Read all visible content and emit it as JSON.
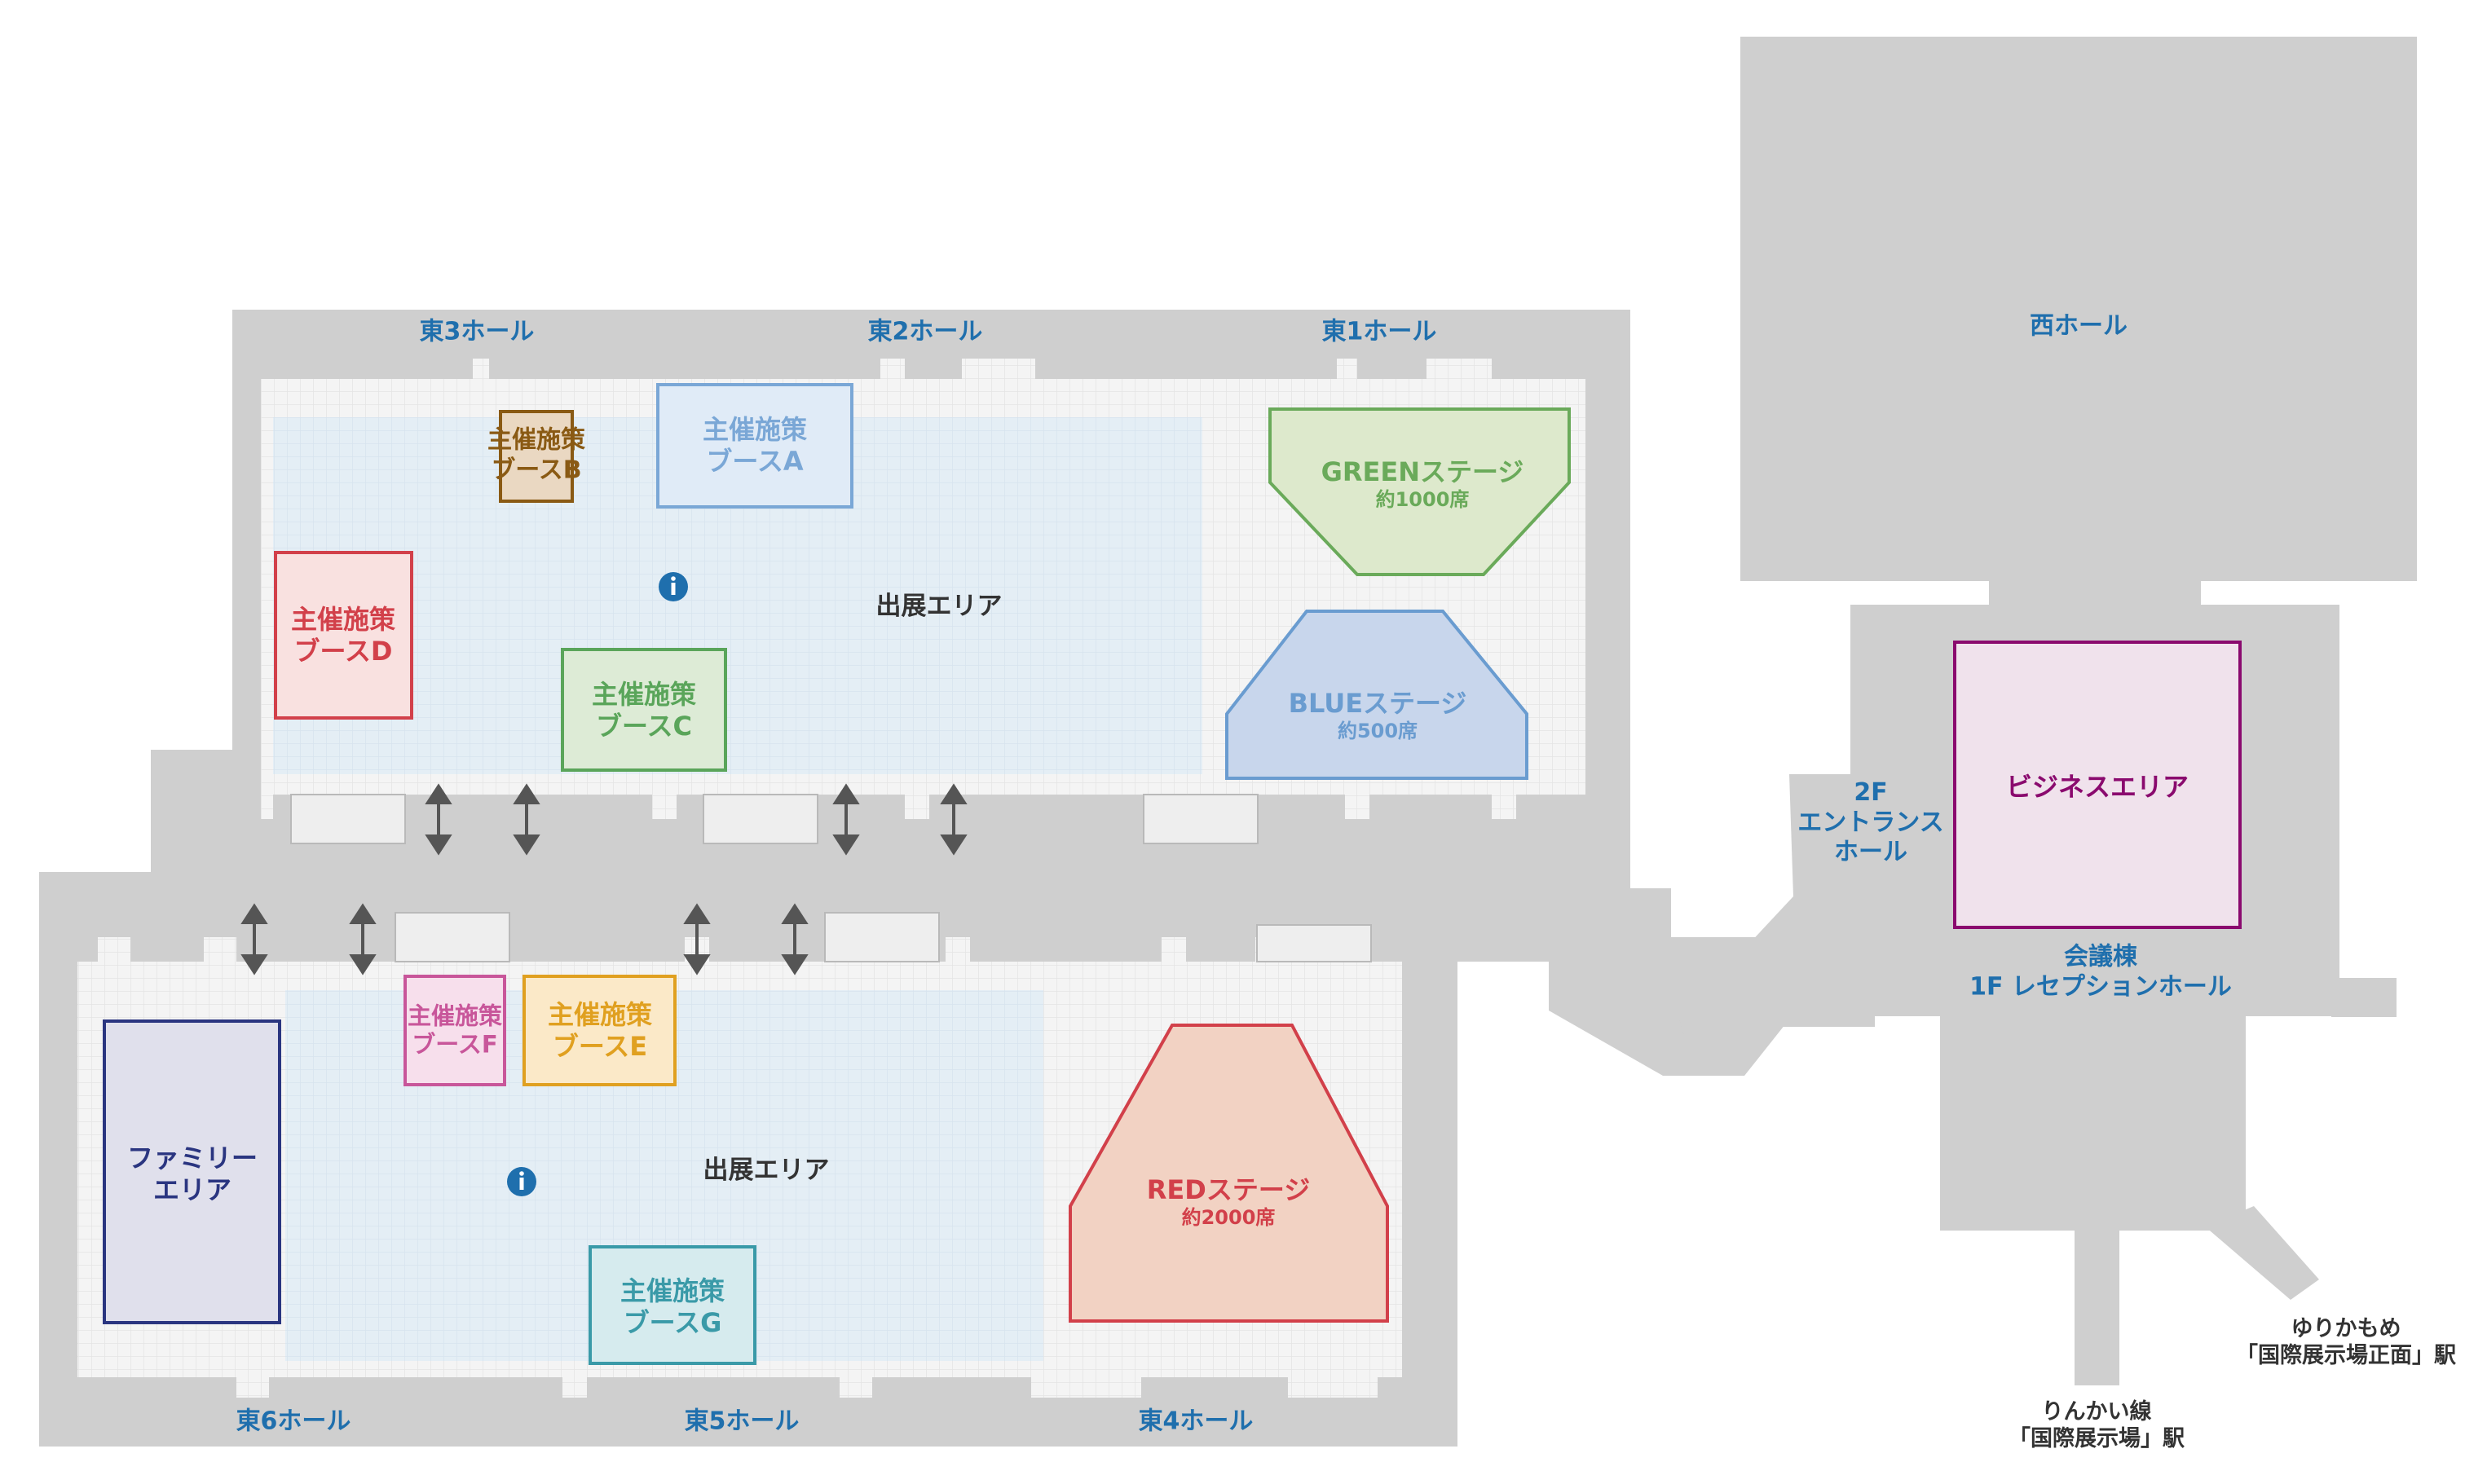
{
  "halls": {
    "east1": "東1ホール",
    "east2": "東2ホール",
    "east3": "東3ホール",
    "east4": "東4ホール",
    "east5": "東5ホール",
    "east6": "東6ホール",
    "west": "西ホール"
  },
  "areas": {
    "exhibition_upper": "出展エリア",
    "exhibition_lower": "出展エリア",
    "business": "ビジネスエリア",
    "family": [
      "ファミリー",
      "エリア"
    ]
  },
  "booths": {
    "a": [
      "主催施策",
      "ブースA"
    ],
    "b": [
      "主催施策",
      "ブースB"
    ],
    "c": [
      "主催施策",
      "ブースC"
    ],
    "d": [
      "主催施策",
      "ブースD"
    ],
    "e": [
      "主催施策",
      "ブースE"
    ],
    "f": [
      "主催施策",
      "ブースF"
    ],
    "g": [
      "主催施策",
      "ブースG"
    ]
  },
  "stages": {
    "green": {
      "name": "GREENステージ",
      "seats": "約1000席"
    },
    "blue": {
      "name": "BLUEステージ",
      "seats": "約500席"
    },
    "red": {
      "name": "REDステージ",
      "seats": "約2000席"
    }
  },
  "entrance": [
    "2F",
    "エントランス",
    "ホール"
  ],
  "conference": [
    "会議棟",
    "1F レセプションホール"
  ],
  "stations": {
    "yurikamome": [
      "ゆりかもめ",
      "「国際展示場正面」駅"
    ],
    "rinkai": [
      "りんかい線",
      "「国際展示場」駅"
    ]
  },
  "colors": {
    "building": "#cfcfcf",
    "floor": "#f3f3f3",
    "exhibit": "#e3eef5",
    "hall_label": "#1f6fad",
    "booth_a": "#7aa7d6",
    "booth_b": "#8a5a14",
    "booth_c": "#5aa55a",
    "booth_d": "#d2404a",
    "booth_e": "#e0a020",
    "booth_f": "#c8569a",
    "booth_g": "#3a9aa8",
    "green_stage": "#6aaa5a",
    "blue_stage": "#6a9cd0",
    "red_stage": "#d2404a",
    "business": "#8a0a6e",
    "family": "#2a3580",
    "info_icon": "#1f6fad"
  }
}
